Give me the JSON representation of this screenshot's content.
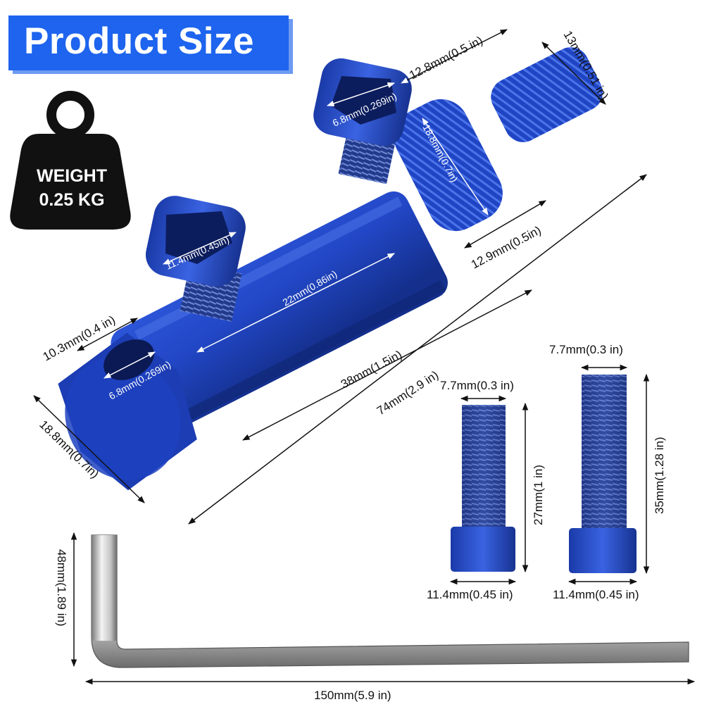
{
  "banner": {
    "title": "Product Size"
  },
  "weight": {
    "label": "WEIGHT",
    "value": "0.25 KG"
  },
  "connector": {
    "dims": {
      "bolt_top_width": "12.8mm(0.5 in)",
      "knob_length": "13mm(0.51 in)",
      "bolt_top_hole": "6.8mm(0.269in)",
      "nut_diameter": "18.8mm(0.7in)",
      "bolt_left_head": "11.4mm(0.45in)",
      "body_diameter": "12.9mm(0.5in)",
      "body_mid_length": "22mm(0.86in)",
      "end_height": "10.3mm(0.4 in)",
      "end_hole": "6.8mm(0.269in)",
      "body_length": "38mm(1.5in)",
      "total_length": "74mm(2.9 in)",
      "hex_diameter": "18.8mm(0.7in)"
    }
  },
  "screw_short": {
    "thread_width": "7.7mm(0.3 in)",
    "length": "27mm(1 in)",
    "head_width": "11.4mm(0.45 in)"
  },
  "screw_long": {
    "thread_width": "7.7mm(0.3 in)",
    "length": "35mm(1.28 in)",
    "head_width": "11.4mm(0.45 in)"
  },
  "hex_key": {
    "height": "48mm(1.89 in)",
    "length": "150mm(5.9 in)"
  },
  "colors": {
    "banner_blue": "#1e64ee",
    "anodized_blue": "#1a3fb0",
    "weight_black": "#111111"
  }
}
